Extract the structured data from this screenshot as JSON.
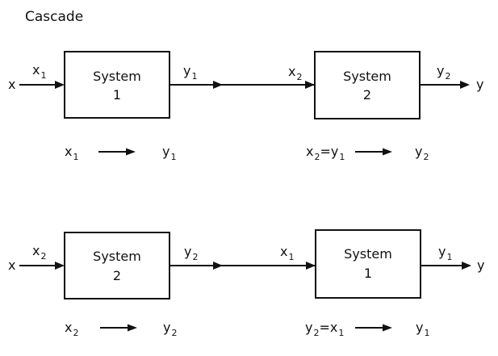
{
  "title": "Cascade",
  "diagrams": [
    {
      "input_label": "x",
      "output_label": "y",
      "first_box": {
        "line1": "System",
        "line2": "1"
      },
      "second_box": {
        "line1": "System",
        "line2": "2"
      },
      "first_in": {
        "main": "x",
        "sub": "1"
      },
      "first_out": {
        "main": "y",
        "sub": "1"
      },
      "second_in": {
        "main": "x",
        "sub": "2"
      },
      "second_out": {
        "main": "y",
        "sub": "2"
      },
      "mapping_left": {
        "from_main": "x",
        "from_sub": "1",
        "to_main": "y",
        "to_sub": "1"
      },
      "mapping_right": {
        "eq_main": "x",
        "eq_sub": "2",
        "eq_rhs_main": "y",
        "eq_rhs_sub": "1",
        "to_main": "y",
        "to_sub": "2"
      }
    },
    {
      "input_label": "x",
      "output_label": "y",
      "first_box": {
        "line1": "System",
        "line2": "2"
      },
      "second_box": {
        "line1": "System",
        "line2": "1"
      },
      "first_in": {
        "main": "x",
        "sub": "2"
      },
      "first_out": {
        "main": "y",
        "sub": "2"
      },
      "second_in": {
        "main": "x",
        "sub": "1"
      },
      "second_out": {
        "main": "y",
        "sub": "1"
      },
      "mapping_left": {
        "from_main": "x",
        "from_sub": "2",
        "to_main": "y",
        "to_sub": "2"
      },
      "mapping_right": {
        "eq_main": "y",
        "eq_sub": "2",
        "eq_rhs_main": "x",
        "eq_rhs_sub": "1",
        "to_main": "y",
        "to_sub": "1"
      }
    }
  ]
}
